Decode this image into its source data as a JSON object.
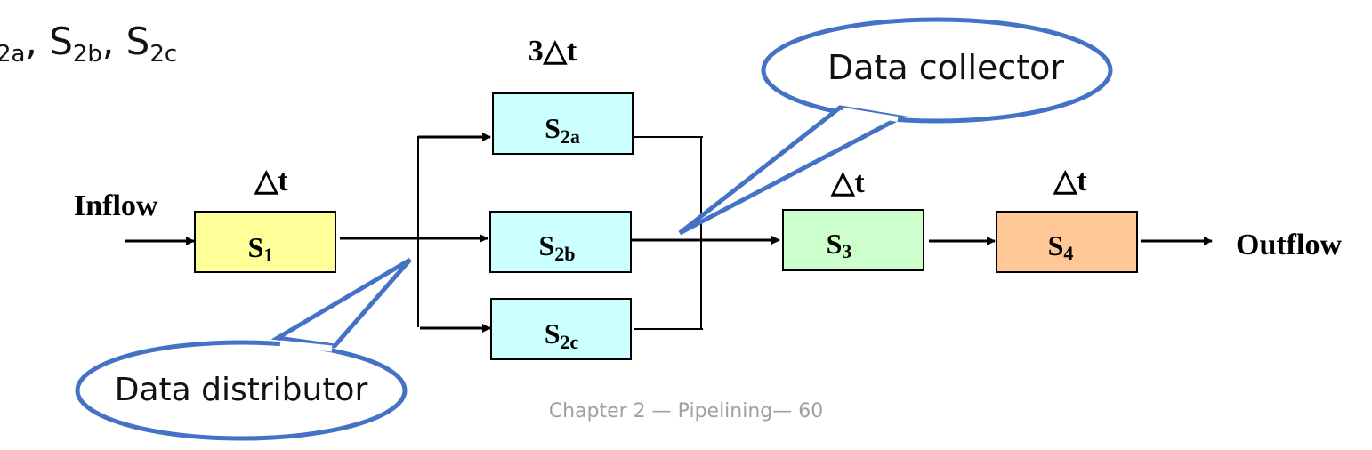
{
  "heading": {
    "s2a_sub": "2a",
    "s2b_base": "S",
    "s2b_sub": "2b",
    "s2c_base": "S",
    "s2c_sub": "2c",
    "separator": ","
  },
  "stages": {
    "s1": {
      "base": "S",
      "sub": "1",
      "time": "△t",
      "fill": "#ffff99"
    },
    "s2a": {
      "base": "S",
      "sub": "2a",
      "fill": "#ccffff"
    },
    "s2b": {
      "base": "S",
      "sub": "2b",
      "fill": "#ccffff"
    },
    "s2c": {
      "base": "S",
      "sub": "2c",
      "fill": "#ccffff"
    },
    "s2_time": "3△t",
    "s3": {
      "base": "S",
      "sub": "3",
      "time": "△t",
      "fill": "#ccffcc"
    },
    "s4": {
      "base": "S",
      "sub": "4",
      "time": "△t",
      "fill": "#ffc896"
    }
  },
  "labels": {
    "inflow": "Inflow",
    "outflow": "Outflow"
  },
  "callouts": {
    "collector": "Data collector",
    "distributor": "Data distributor",
    "outline_color": "#4472c4"
  },
  "footer": {
    "text": "Chapter 2 — Pipelining— 60"
  }
}
